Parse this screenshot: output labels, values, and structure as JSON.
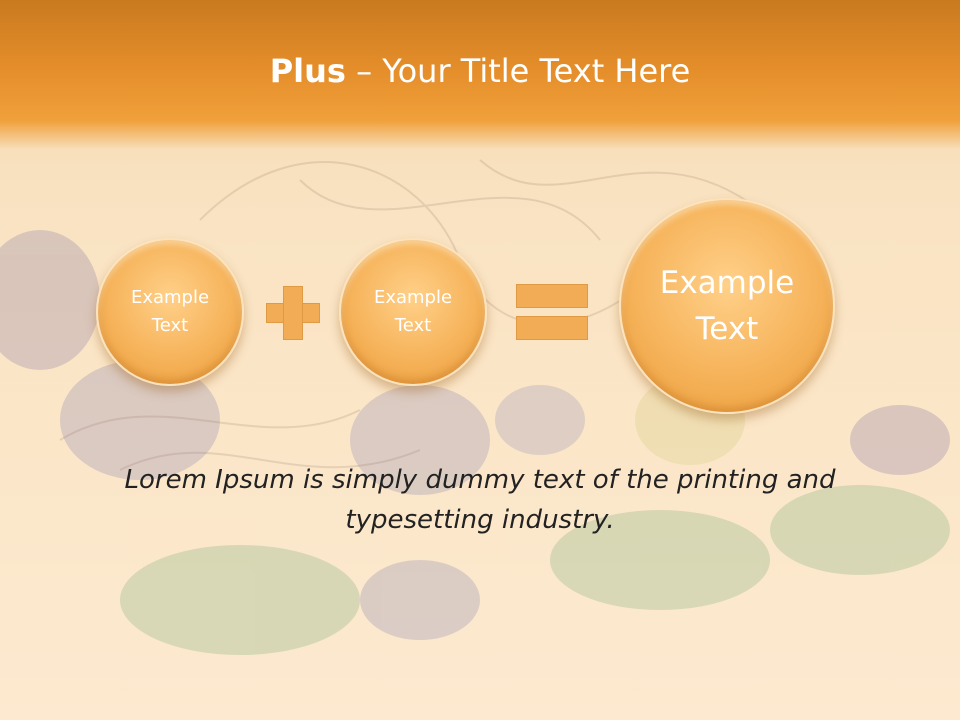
{
  "title": {
    "bold": "Plus",
    "rest": " – Your Title Text Here"
  },
  "circles": [
    {
      "label": "Example Text"
    },
    {
      "label": "Example Text"
    },
    {
      "label": "Example Text"
    }
  ],
  "caption": "Lorem Ipsum is simply dummy text of the printing and typesetting industry.",
  "colors": {
    "header": "#e48d2a",
    "circle": "#f6b35a",
    "text_light": "#ffffff",
    "text_dark": "#222222"
  }
}
